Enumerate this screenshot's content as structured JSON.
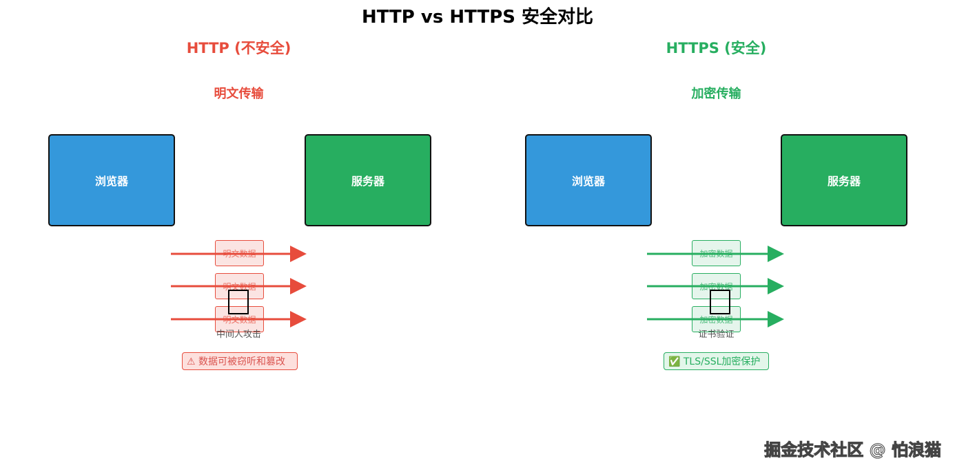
{
  "title": "HTTP vs HTTPS 安全对比",
  "colors": {
    "insecure": "#e74c3c",
    "secure": "#27ae60",
    "browser": "#3498db",
    "server": "#27ae60"
  },
  "http": {
    "heading": "HTTP (不安全)",
    "mode": "明文传输",
    "browser": "浏览器",
    "server": "服务器",
    "packets": [
      "明文数据",
      "明文数据",
      "明文数据"
    ],
    "center_icon": "missing-glyph-icon",
    "center_label": "中间人攻击",
    "warning": "⚠ 数据可被窃听和篡改"
  },
  "https": {
    "heading": "HTTPS (安全)",
    "mode": "加密传输",
    "browser": "浏览器",
    "server": "服务器",
    "packets": [
      "加密数据",
      "加密数据",
      "加密数据"
    ],
    "center_icon": "missing-glyph-icon",
    "center_label": "证书验证",
    "warning": "✅ TLS/SSL加密保护"
  },
  "watermark": "掘金技术社区 @ 怕浪猫"
}
